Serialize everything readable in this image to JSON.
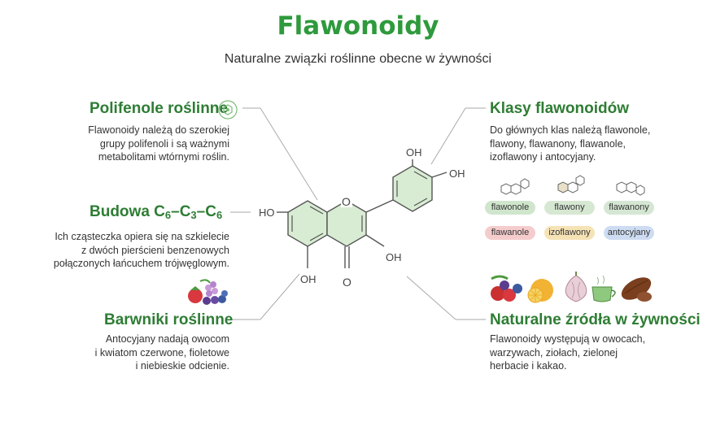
{
  "title": "Flawonoidy",
  "subtitle": "Naturalne związki roślinne obecne w żywności",
  "sections": {
    "polyphenols": {
      "title": "Polifenole roślinne",
      "lines": [
        "Flawonoidy należą do szerokiej",
        "grupy polifenoli i są ważnymi",
        "metabolitami wtórnymi roślin."
      ]
    },
    "structure": {
      "title_prefix": "Budowa C",
      "sub1": "6",
      "dash1": "–C",
      "sub2": "3",
      "dash2": "–C",
      "sub3": "6",
      "lines": [
        "Ich cząsteczka opiera się na szkielecie",
        "z dwóch pierścieni benzenowych",
        "połączonych łańcuchem trójwęglowym."
      ]
    },
    "pigments": {
      "title": "Barwniki roślinne",
      "lines": [
        "Antocyjany nadają owocom",
        "i kwiatom czerwone, fioletowe",
        "i niebieskie odcienie."
      ]
    },
    "classes": {
      "title": "Klasy flawonoidów",
      "lines": [
        "Do głównych klas należą flawonole,",
        "flawony, flawanony, flawanole,",
        "izoflawony i antocyjany."
      ],
      "pills": [
        {
          "label": "flawonole",
          "color": "#cfe6cd"
        },
        {
          "label": "flawony",
          "color": "#d7e8d2"
        },
        {
          "label": "flawanony",
          "color": "#d5e7d3"
        },
        {
          "label": "flawanole",
          "color": "#f5cccc"
        },
        {
          "label": "izoflawony",
          "color": "#f6e3b5"
        },
        {
          "label": "antocyjany",
          "color": "#cddcf2"
        }
      ]
    },
    "sources": {
      "title": "Naturalne źródła w żywności",
      "lines": [
        "Flawonoidy występują w owocach,",
        "warzywach, ziołach, zielonej",
        "herbacie i kakao."
      ]
    }
  },
  "molecule": {
    "labels": {
      "oh_left": "HO",
      "oh_bottom": "OH",
      "oh_c3": "OH",
      "o_ring": "O",
      "o_carbonyl": "O",
      "oh_top": "OH",
      "oh_right": "OH"
    }
  },
  "icons": {
    "polyphenols": "molecule-badge-icon",
    "pigments": "berries-icon",
    "sources": [
      "berries-icon",
      "citrus-icon",
      "onion-icon",
      "green-tea-icon",
      "cocoa-icon"
    ]
  },
  "colors": {
    "title_green": "#2e9a3c",
    "section_green": "#2e7d34",
    "ring_fill": "#d8ecd3",
    "bond": "#555555"
  }
}
